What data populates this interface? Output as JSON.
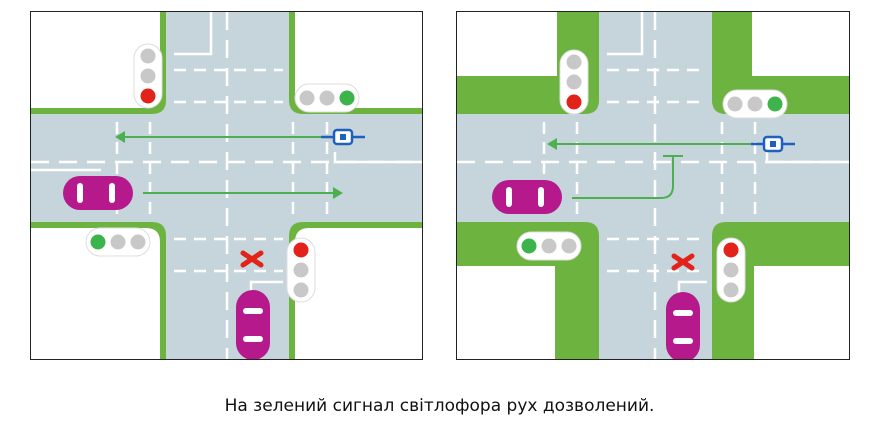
{
  "caption": "На зелений сигнал світлофора рух дозволений.",
  "colors": {
    "grass": "#6db33f",
    "road": "#c5d5db",
    "markings": "#ffffff",
    "arrow": "#4caf50",
    "car": "#b5198c",
    "cyclist": "#1f5fbf",
    "signal_red": "#e2231a",
    "signal_green": "#3cb44b",
    "signal_off": "#c8c8c8",
    "stop_mark": "#e2231a"
  },
  "panels": [
    {
      "name": "left",
      "lights": {
        "top_left": "red",
        "top_right": "green",
        "bottom_left": "green",
        "bottom_right": "red"
      },
      "movement": [
        "straight"
      ]
    },
    {
      "name": "right",
      "lights": {
        "top_left": "red",
        "top_right": "green",
        "bottom_left": "green",
        "bottom_right": "red"
      },
      "movement": [
        "turn-left-blocked"
      ]
    }
  ]
}
